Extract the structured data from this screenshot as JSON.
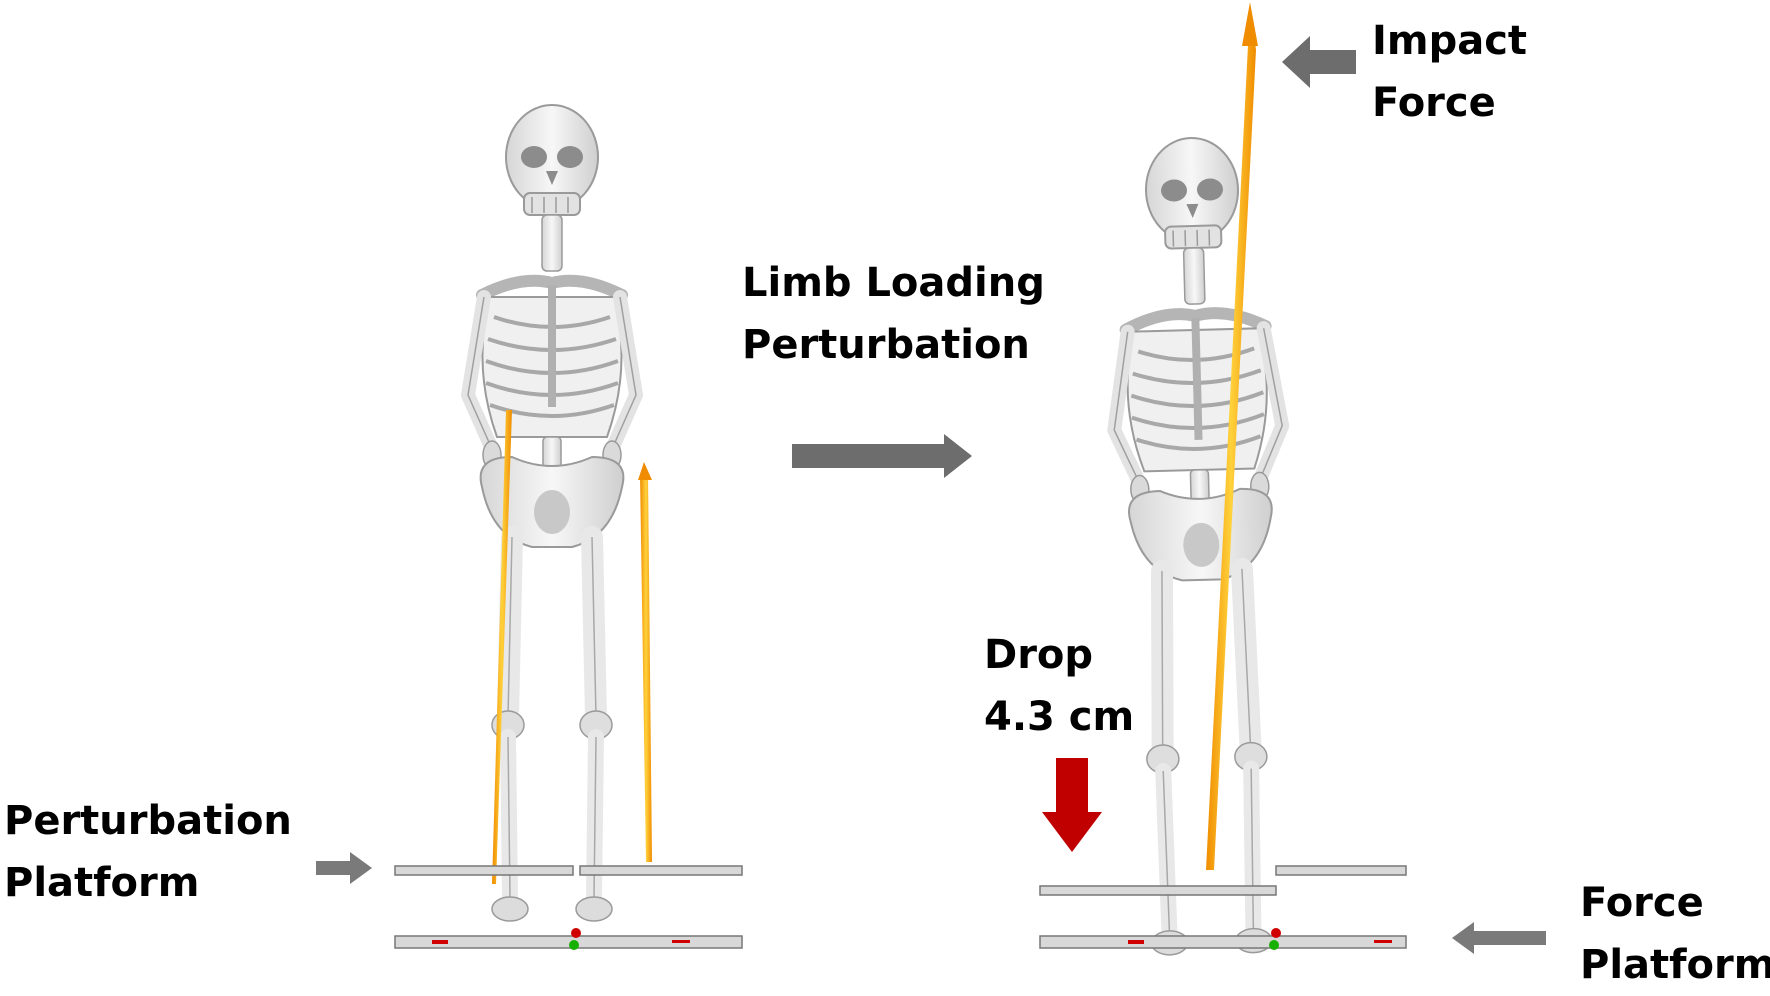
{
  "labels": {
    "impact_force": [
      "Impact",
      "Force"
    ],
    "limb_loading": [
      "Limb Loading",
      "Perturbation"
    ],
    "drop": [
      "Drop",
      "4.3 cm"
    ],
    "perturbation_platform": [
      "Perturbation",
      "Platform"
    ],
    "force_platform": [
      "Force",
      "Platform"
    ]
  },
  "colors": {
    "bone": "#ececec",
    "bone_stroke": "#9a9a9a",
    "force_vector": "#f5a300",
    "arrow_gray": "#6d6d6d",
    "drop_arrow": "#c00000",
    "platform": "#d8d8d8"
  },
  "icons": {
    "skeleton_before": "standing-skeleton",
    "skeleton_after": "standing-skeleton-perturbed",
    "transition_arrow": "right-arrow",
    "impact_arrow": "left-arrow",
    "drop_arrow": "down-arrow"
  }
}
